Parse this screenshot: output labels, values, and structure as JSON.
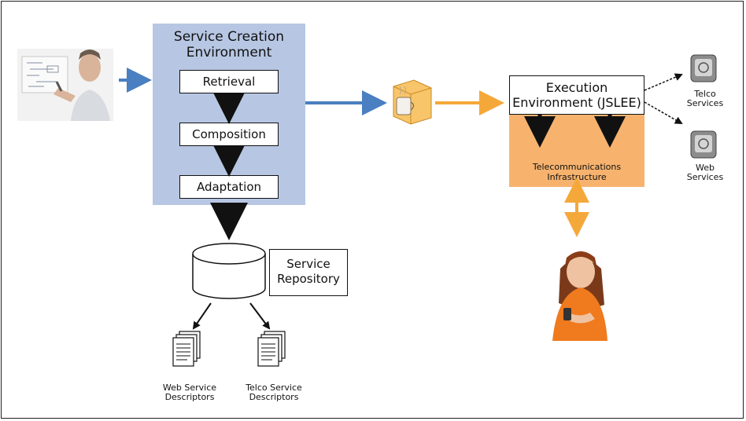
{
  "service_creation": {
    "title_line1": "Service Creation",
    "title_line2": "Environment",
    "steps": [
      "Retrieval",
      "Composition",
      "Adaptation"
    ]
  },
  "repository": {
    "line1": "Service",
    "line2": "Repository"
  },
  "descriptors": [
    {
      "line1": "Web Service",
      "line2": "Descriptors"
    },
    {
      "line1": "Telco Service",
      "line2": "Descriptors"
    }
  ],
  "execution": {
    "line1": "Execution",
    "line2": "Environment (JSLEE)",
    "infra_line1": "Telecommunications",
    "infra_line2": "Infrastructure"
  },
  "external_services": [
    {
      "line1": "Telco",
      "line2": "Services"
    },
    {
      "line1": "Web",
      "line2": "Services"
    }
  ],
  "colors": {
    "sce_panel": "#b7c7e3",
    "infra_panel": "#f7b36e",
    "blue_arrow": "#4a7fc1",
    "orange_arrow": "#f5a83a"
  }
}
